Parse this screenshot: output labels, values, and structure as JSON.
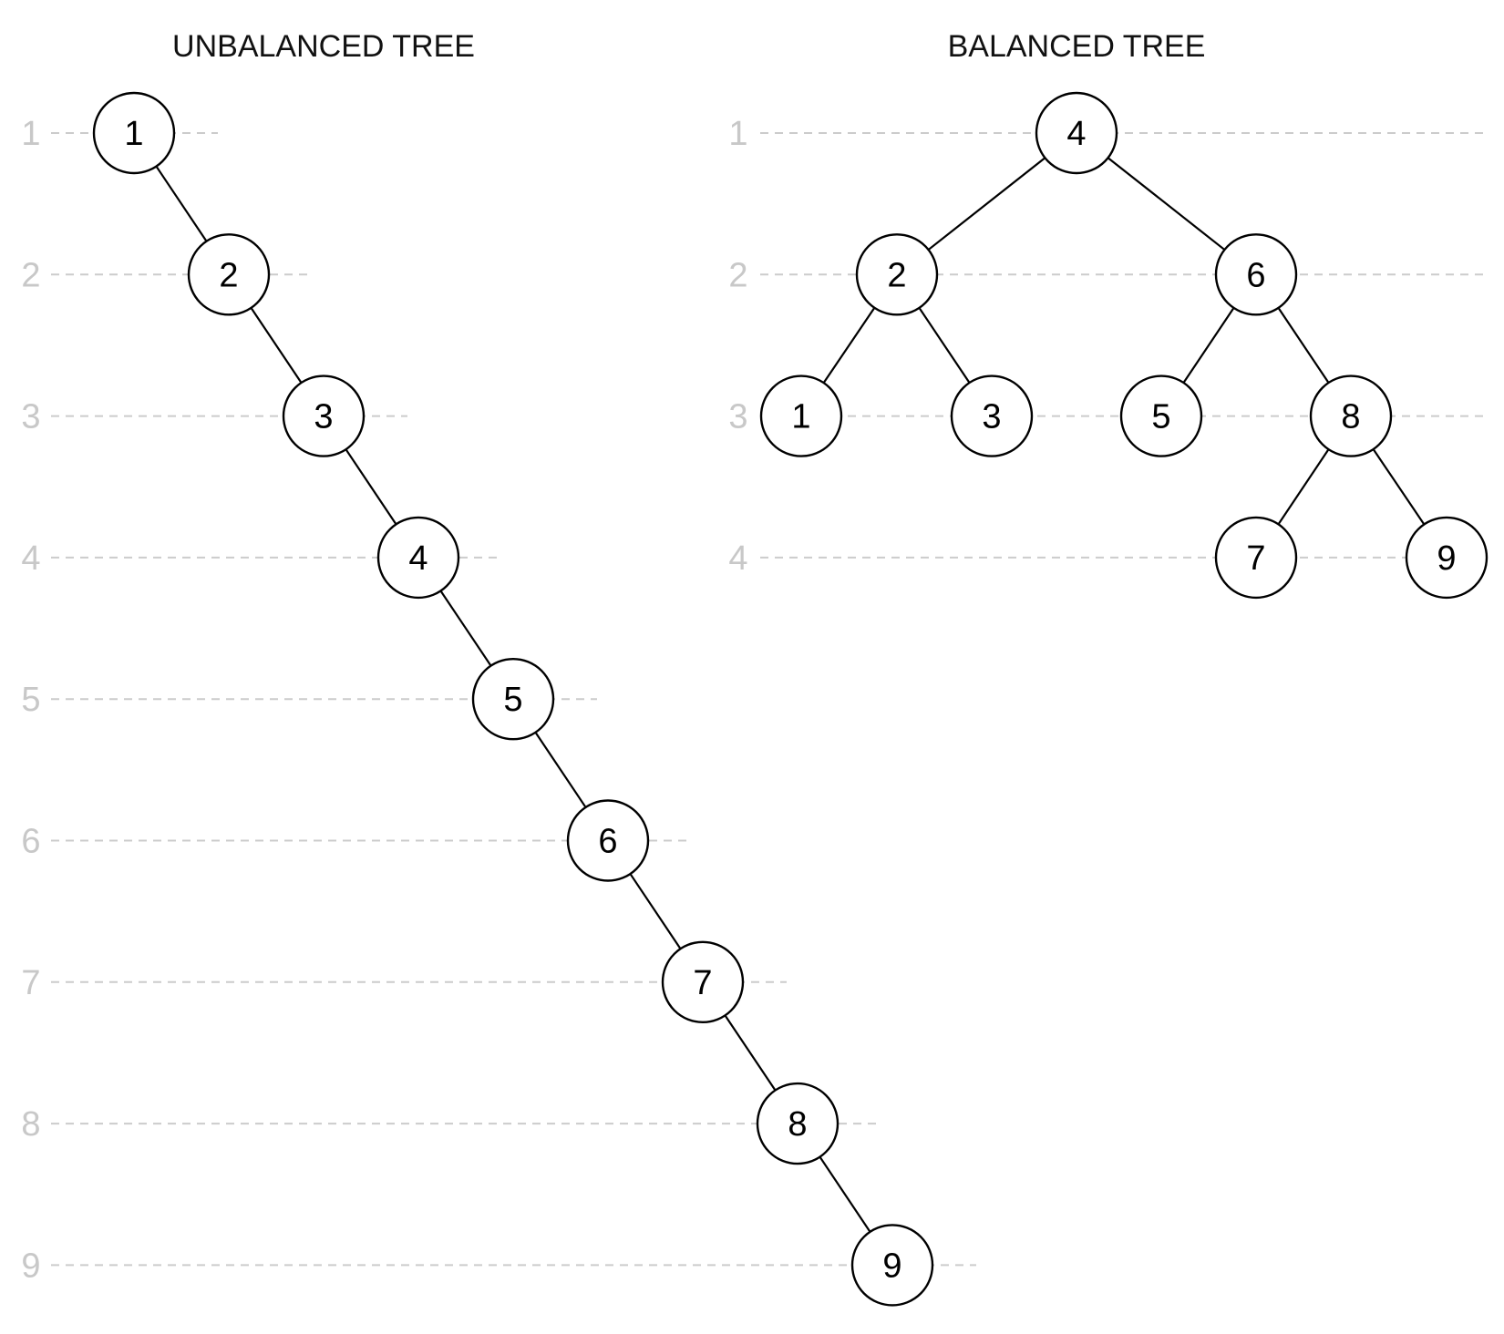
{
  "trees": [
    {
      "title": "UNBALANCED TREE",
      "levels": [
        "1",
        "2",
        "3",
        "4",
        "5",
        "6",
        "7",
        "8",
        "9"
      ],
      "nodes": [
        {
          "id": "1",
          "label": "1",
          "depth": 1
        },
        {
          "id": "2",
          "label": "2",
          "depth": 2
        },
        {
          "id": "3",
          "label": "3",
          "depth": 3
        },
        {
          "id": "4",
          "label": "4",
          "depth": 4
        },
        {
          "id": "5",
          "label": "5",
          "depth": 5
        },
        {
          "id": "6",
          "label": "6",
          "depth": 6
        },
        {
          "id": "7",
          "label": "7",
          "depth": 7
        },
        {
          "id": "8",
          "label": "8",
          "depth": 8
        },
        {
          "id": "9",
          "label": "9",
          "depth": 9
        }
      ],
      "edges": [
        {
          "from": "1",
          "to": "2"
        },
        {
          "from": "2",
          "to": "3"
        },
        {
          "from": "3",
          "to": "4"
        },
        {
          "from": "4",
          "to": "5"
        },
        {
          "from": "5",
          "to": "6"
        },
        {
          "from": "6",
          "to": "7"
        },
        {
          "from": "7",
          "to": "8"
        },
        {
          "from": "8",
          "to": "9"
        }
      ]
    },
    {
      "title": "BALANCED TREE",
      "levels": [
        "1",
        "2",
        "3",
        "4"
      ],
      "nodes": [
        {
          "id": "4",
          "label": "4",
          "depth": 1
        },
        {
          "id": "2",
          "label": "2",
          "depth": 2
        },
        {
          "id": "6",
          "label": "6",
          "depth": 2
        },
        {
          "id": "1",
          "label": "1",
          "depth": 3
        },
        {
          "id": "3",
          "label": "3",
          "depth": 3
        },
        {
          "id": "5",
          "label": "5",
          "depth": 3
        },
        {
          "id": "8",
          "label": "8",
          "depth": 3
        },
        {
          "id": "7",
          "label": "7",
          "depth": 4
        },
        {
          "id": "9",
          "label": "9",
          "depth": 4
        }
      ],
      "edges": [
        {
          "from": "4",
          "to": "2"
        },
        {
          "from": "4",
          "to": "6"
        },
        {
          "from": "2",
          "to": "1"
        },
        {
          "from": "2",
          "to": "3"
        },
        {
          "from": "6",
          "to": "5"
        },
        {
          "from": "6",
          "to": "8"
        },
        {
          "from": "8",
          "to": "7"
        },
        {
          "from": "8",
          "to": "9"
        }
      ]
    }
  ]
}
